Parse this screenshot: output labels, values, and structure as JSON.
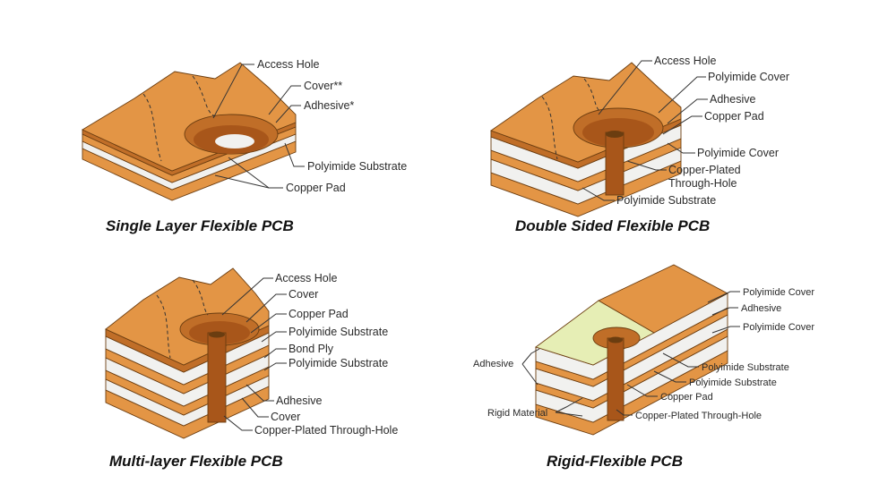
{
  "colors": {
    "copper": "#e39545",
    "copper_dark": "#c06e28",
    "copper_deep": "#a8561a",
    "polyimide": "#f1f1ef",
    "rigid": "#e6eeb5",
    "line": "#333333"
  },
  "panels": {
    "single": {
      "title": "Single Layer Flexible PCB",
      "labels": [
        "Access Hole",
        "Cover**",
        "Adhesive*",
        "Polyimide Substrate",
        "Copper Pad"
      ]
    },
    "double": {
      "title": "Double Sided Flexible PCB",
      "labels": [
        "Access Hole",
        "Polyimide Cover",
        "Adhesive",
        "Copper Pad",
        "Polyimide Cover",
        "Copper-Plated",
        "Through-Hole",
        "Polyimide Substrate"
      ]
    },
    "multi": {
      "title": "Multi-layer Flexible PCB",
      "labels": [
        "Access Hole",
        "Cover",
        "Copper Pad",
        "Polyimide Substrate",
        "Bond Ply",
        "Polyimide Substrate",
        "Adhesive",
        "Cover",
        "Copper-Plated Through-Hole"
      ]
    },
    "rigid": {
      "title": "Rigid-Flexible PCB",
      "labels": [
        "Polyimide Cover",
        "Adhesive",
        "Polyimide Cover",
        "Adhesive",
        "Polyimide Substrate",
        "Polyimide Substrate",
        "Copper Pad",
        "Rigid Material",
        "Copper-Plated Through-Hole"
      ]
    }
  }
}
